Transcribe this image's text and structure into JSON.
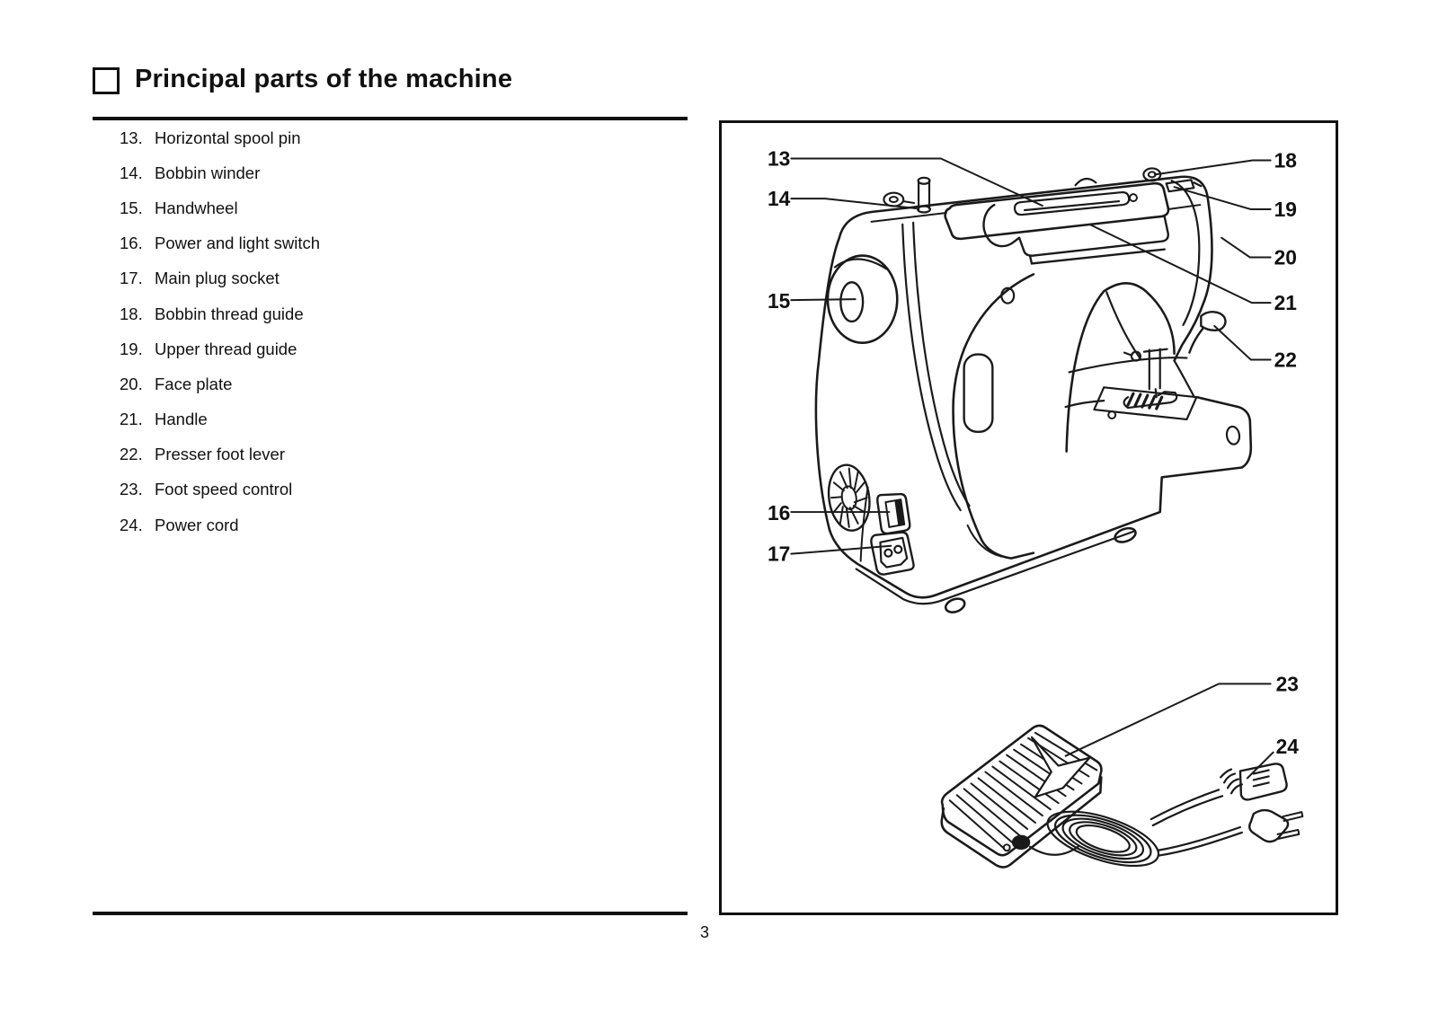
{
  "header": {
    "checkbox_icon": "section-checkbox",
    "title": "Principal parts of the machine"
  },
  "parts_list": [
    {
      "num": "13.",
      "label": "Horizontal spool pin"
    },
    {
      "num": "14.",
      "label": "Bobbin winder"
    },
    {
      "num": "15.",
      "label": "Handwheel"
    },
    {
      "num": "16.",
      "label": "Power and light switch"
    },
    {
      "num": "17.",
      "label": "Main plug socket"
    },
    {
      "num": "18.",
      "label": "Bobbin thread guide"
    },
    {
      "num": "19.",
      "label": "Upper thread guide"
    },
    {
      "num": "20.",
      "label": "Face plate"
    },
    {
      "num": "21.",
      "label": "Handle"
    },
    {
      "num": "22.",
      "label": "Presser foot lever"
    },
    {
      "num": "23.",
      "label": "Foot speed control"
    },
    {
      "num": "24.",
      "label": "Power cord"
    }
  ],
  "diagram": {
    "description": "Rear view line drawing of sewing machine with foot speed control and power cord",
    "callouts": [
      "13",
      "14",
      "15",
      "16",
      "17",
      "18",
      "19",
      "20",
      "21",
      "22",
      "23",
      "24"
    ]
  },
  "footer": {
    "page_number": "3"
  },
  "colors": {
    "ink": "#111111",
    "paper": "#ffffff"
  }
}
